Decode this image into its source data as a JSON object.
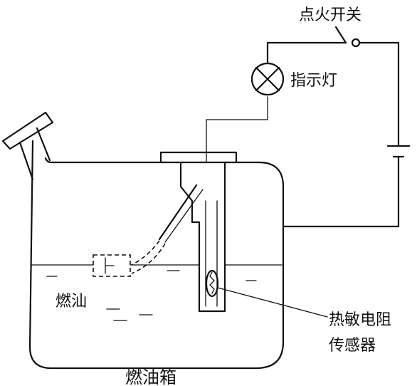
{
  "labels": {
    "ignition_switch": "点火开关",
    "indicator_lamp": "指示灯",
    "fuel": "燃汕",
    "thermistor_line1": "热敏电阻",
    "thermistor_line2": "传感器",
    "fuel_tank": "燃油箱"
  }
}
